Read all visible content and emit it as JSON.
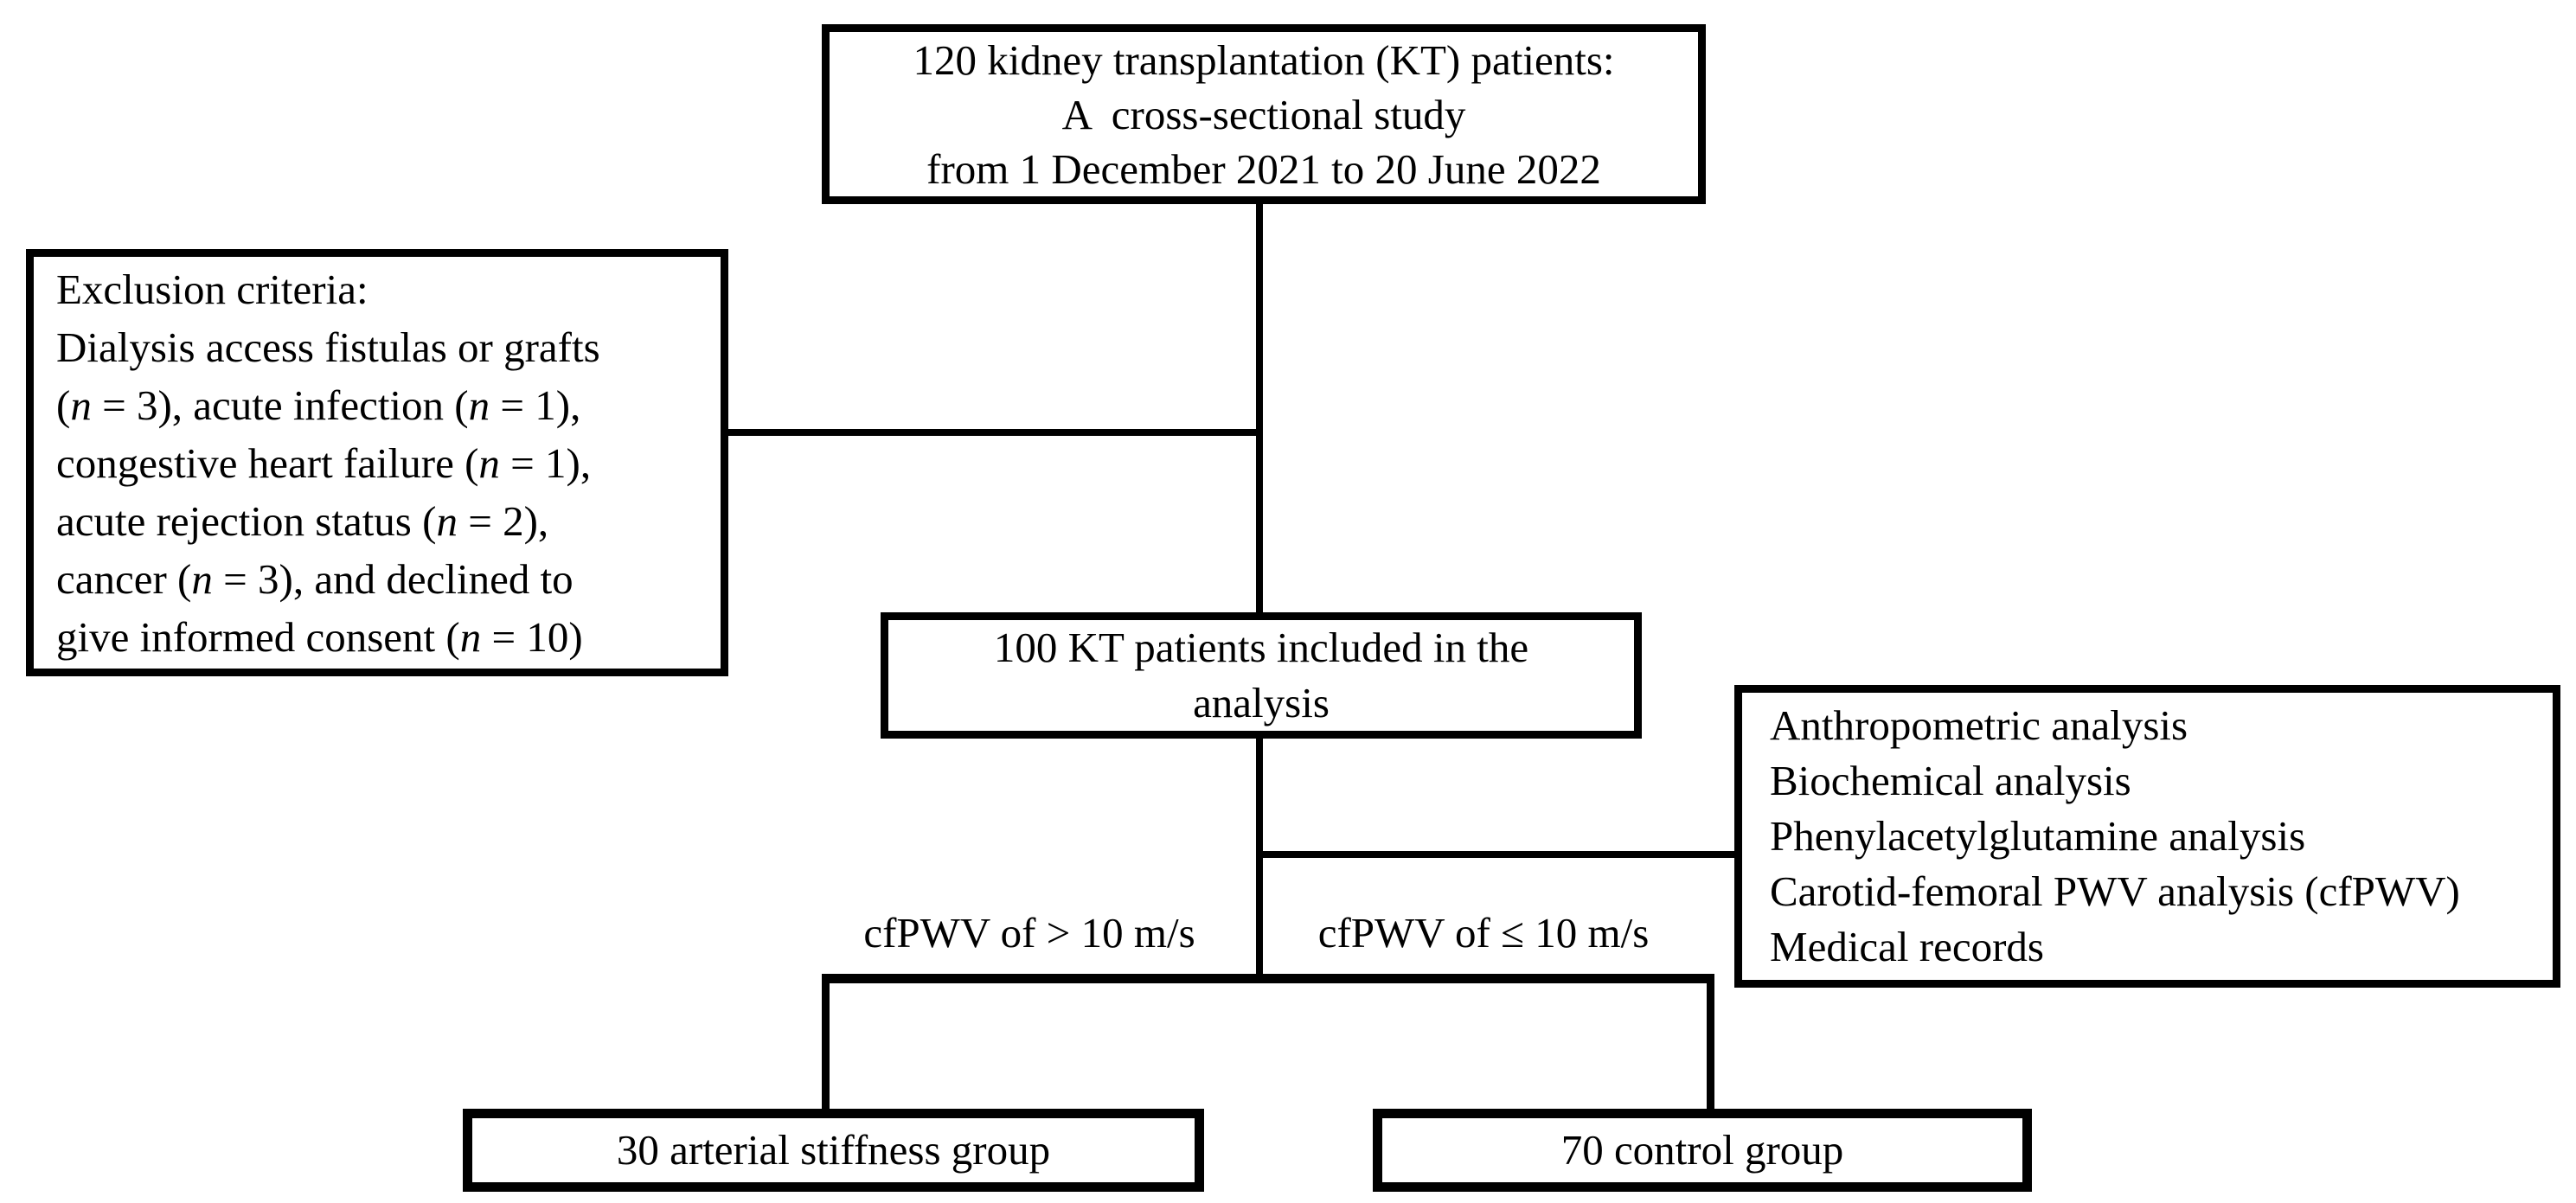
{
  "colors": {
    "ink": "#000000",
    "paper": "#ffffff"
  },
  "flowchart": {
    "top_box": {
      "lines": [
        "120 kidney transplantation (KT) patients:",
        "A  cross-sectional study",
        "from 1 December 2021 to 20 June 2022"
      ]
    },
    "exclusion_box": {
      "lines": [
        "Exclusion criteria:",
        "Dialysis access fistulas or grafts",
        "(<i>n</i> = 3), acute infection (<i>n</i> = 1),",
        "congestive heart failure (<i>n</i> = 1),",
        "acute rejection status (<i>n</i> = 2),",
        "cancer (<i>n</i> = 3), and declined to",
        "give informed consent (<i>n</i> = 10)"
      ]
    },
    "analysis_box": {
      "lines": [
        "100 KT patients included in the",
        "analysis"
      ]
    },
    "methods_box": {
      "lines": [
        "Anthropometric analysis",
        "Biochemical analysis",
        "Phenylacetylglutamine analysis",
        "Carotid-femoral PWV analysis (cfPWV)",
        "Medical records"
      ]
    },
    "branch_labels": {
      "high": "cfPWV of > 10 m/s",
      "low": "cfPWV of ≤ 10 m/s"
    },
    "stiffness_box": {
      "label": "30 arterial stiffness group"
    },
    "control_box": {
      "label": "70 control group"
    }
  }
}
